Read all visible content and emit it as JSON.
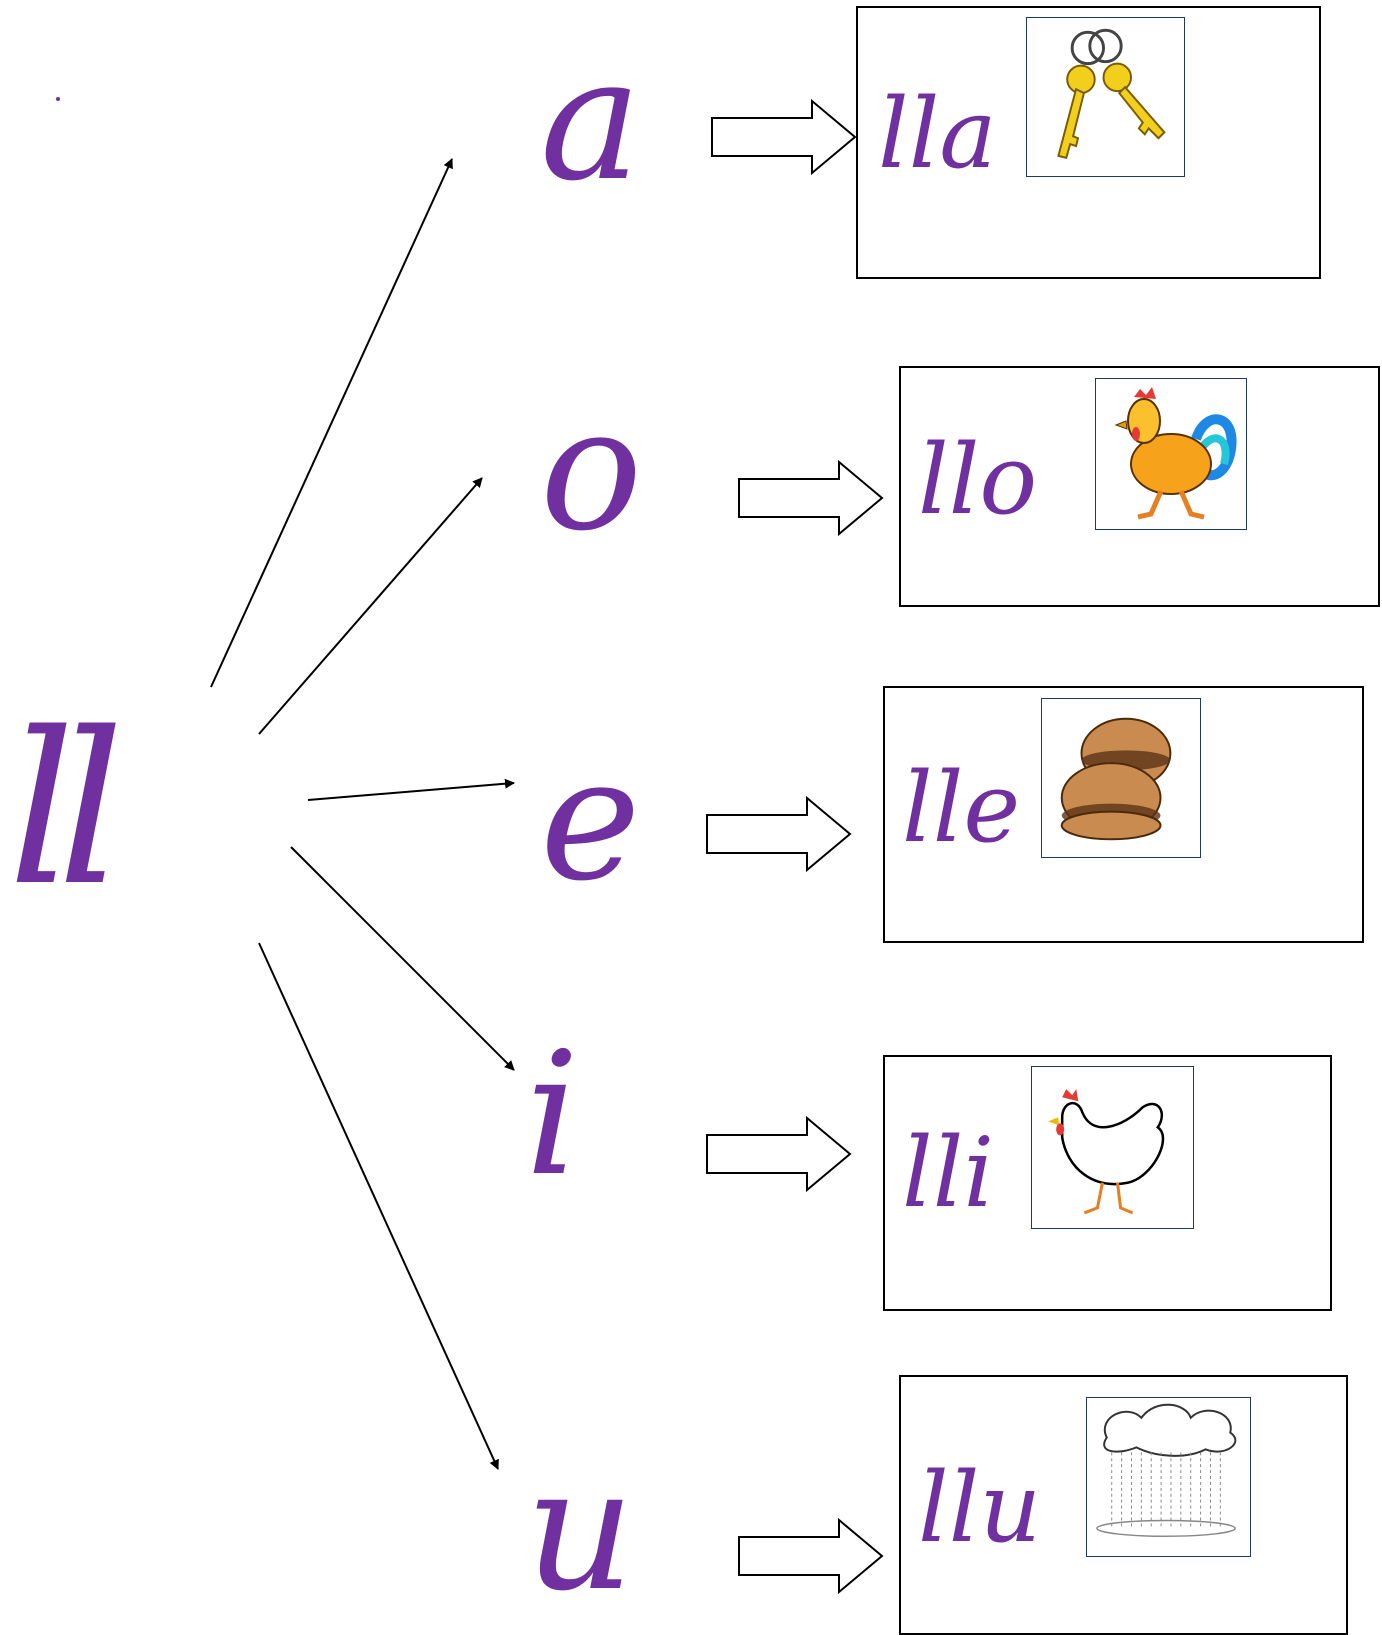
{
  "main_letter": "ll",
  "colors": {
    "letter": "#7030a0",
    "line": "#000000",
    "pic_border": "#1f3864"
  },
  "rows": [
    {
      "vowel": "a",
      "syllable": "lla",
      "picture": "keys-icon"
    },
    {
      "vowel": "o",
      "syllable": "llo",
      "picture": "rooster-icon"
    },
    {
      "vowel": "e",
      "syllable": "lle",
      "picture": "cookies-icon"
    },
    {
      "vowel": "i",
      "syllable": "lli",
      "picture": "hen-icon"
    },
    {
      "vowel": "u",
      "syllable": "llu",
      "picture": "rain-cloud-icon"
    }
  ]
}
